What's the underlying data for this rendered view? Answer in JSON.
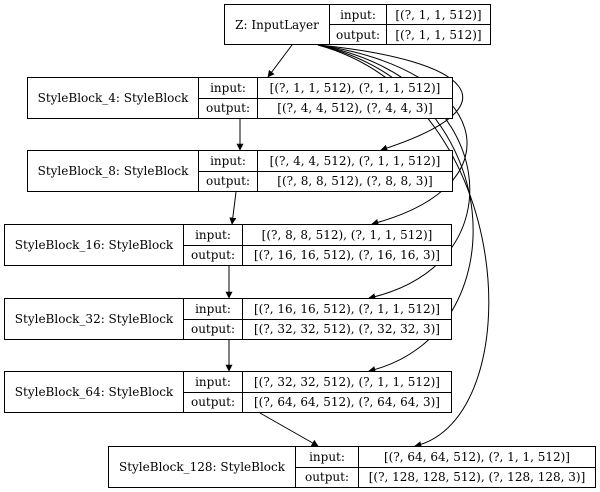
{
  "nodes": [
    {
      "id": "z",
      "name": "Z: InputLayer",
      "input_label": "input:",
      "output_label": "output:",
      "input": "[(?, 1, 1, 512)]",
      "output": "[(?, 1, 1, 512)]"
    },
    {
      "id": "sb4",
      "name": "StyleBlock_4: StyleBlock",
      "input_label": "input:",
      "output_label": "output:",
      "input": "[(?, 1, 1, 512), (?, 1, 1, 512)]",
      "output": "[(?, 4, 4, 512), (?, 4, 4, 3)]"
    },
    {
      "id": "sb8",
      "name": "StyleBlock_8: StyleBlock",
      "input_label": "input:",
      "output_label": "output:",
      "input": "[(?, 4, 4, 512), (?, 1, 1, 512)]",
      "output": "[(?, 8, 8, 512), (?, 8, 8, 3)]"
    },
    {
      "id": "sb16",
      "name": "StyleBlock_16: StyleBlock",
      "input_label": "input:",
      "output_label": "output:",
      "input": "[(?, 8, 8, 512), (?, 1, 1, 512)]",
      "output": "[(?, 16, 16, 512), (?, 16, 16, 3)]"
    },
    {
      "id": "sb32",
      "name": "StyleBlock_32: StyleBlock",
      "input_label": "input:",
      "output_label": "output:",
      "input": "[(?, 16, 16, 512), (?, 1, 1, 512)]",
      "output": "[(?, 32, 32, 512), (?, 32, 32, 3)]"
    },
    {
      "id": "sb64",
      "name": "StyleBlock_64: StyleBlock",
      "input_label": "input:",
      "output_label": "output:",
      "input": "[(?, 32, 32, 512), (?, 1, 1, 512)]",
      "output": "[(?, 64, 64, 512), (?, 64, 64, 3)]"
    },
    {
      "id": "sb128",
      "name": "StyleBlock_128: StyleBlock",
      "input_label": "input:",
      "output_label": "output:",
      "input": "[(?, 64, 64, 512), (?, 1, 1, 512)]",
      "output": "[(?, 128, 128, 512), (?, 128, 128, 3)]"
    }
  ],
  "edges": [
    [
      "z",
      "sb4"
    ],
    [
      "z",
      "sb8"
    ],
    [
      "z",
      "sb16"
    ],
    [
      "z",
      "sb32"
    ],
    [
      "z",
      "sb64"
    ],
    [
      "z",
      "sb128"
    ],
    [
      "sb4",
      "sb8"
    ],
    [
      "sb8",
      "sb16"
    ],
    [
      "sb16",
      "sb32"
    ],
    [
      "sb32",
      "sb64"
    ],
    [
      "sb64",
      "sb128"
    ]
  ]
}
